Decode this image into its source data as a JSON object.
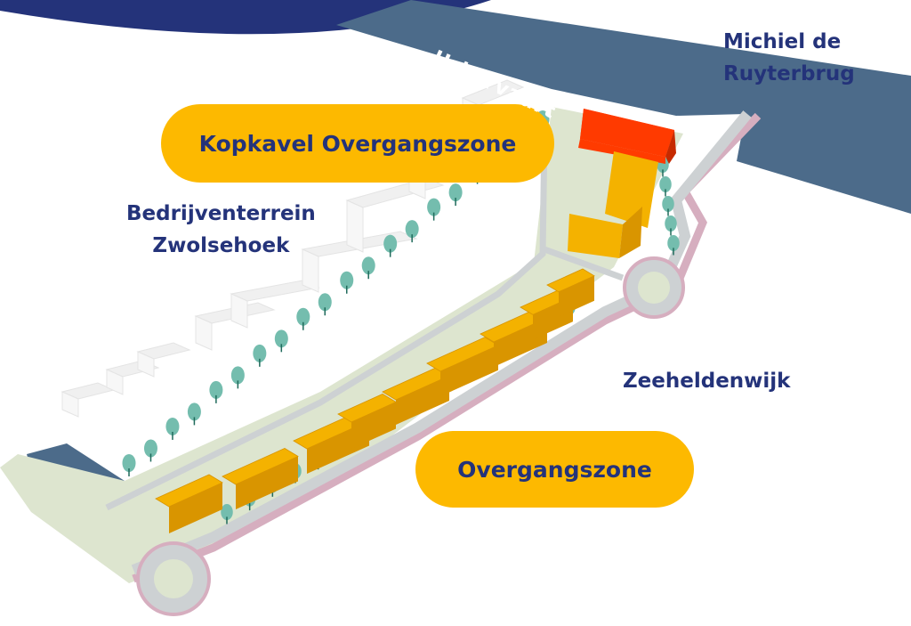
{
  "labels": {
    "water": "Urkervaart",
    "bridge": [
      "Michiel de",
      "Ruyterbrug"
    ],
    "industrial_area": [
      "Bedrijventerrein",
      "Zwolsehoek"
    ],
    "neighbourhood": "Zeeheldenwijk"
  },
  "callouts": {
    "kopkavel": "Kopkavel Overgangszone",
    "overgangszone": "Overgangszone"
  },
  "colors": {
    "navy": "#24337a",
    "water": "#4c6b8a",
    "site": "#dde5cf",
    "road": "#cdd1d3",
    "road_edge": "#a9adb0",
    "bike_path": "#d6aebf",
    "building_yellow": "#f4b200",
    "building_yellow_dark": "#d99500",
    "building_red": "#ff3b00",
    "building_red_dark": "#c62a00",
    "tree": "#74bdae",
    "tree_shade": "#1f6a5b",
    "ghost": "#f0f0f0",
    "pill": "#fdb900",
    "text_navy": "#24337a"
  },
  "icons": [
    "tree-icon",
    "roundabout-icon",
    "building-block-icon"
  ]
}
